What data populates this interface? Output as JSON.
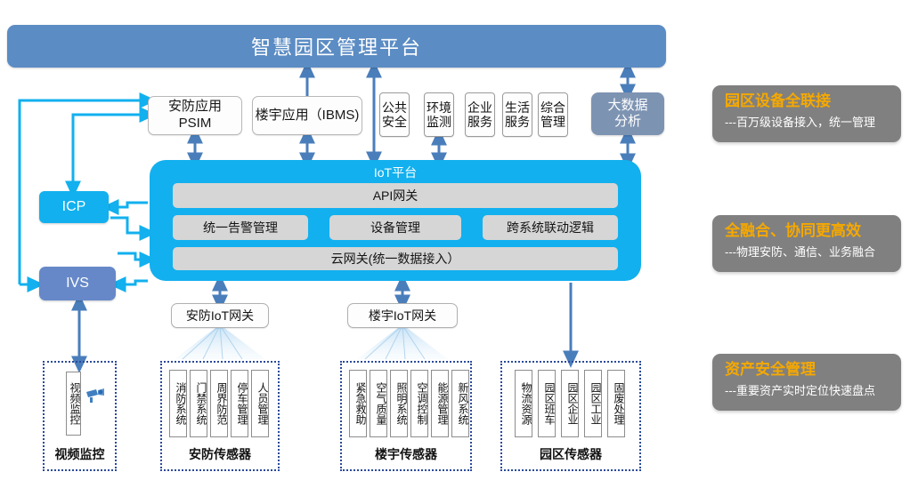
{
  "banner": {
    "title": "智慧园区管理平台"
  },
  "apps": {
    "psim": "安防应用\nPSIM",
    "psim_line1": "安防应用",
    "psim_line2": "PSIM",
    "ibms": "楼宇应用（IBMS)",
    "mini": [
      {
        "line1": "公共",
        "line2": "安全"
      },
      {
        "line1": "环境",
        "line2": "监测"
      },
      {
        "line1": "企业",
        "line2": "服务"
      },
      {
        "line1": "生活",
        "line2": "服务"
      },
      {
        "line1": "综合",
        "line2": "管理"
      }
    ],
    "bigdata_line1": "大数据",
    "bigdata_line2": "分析"
  },
  "left_nodes": {
    "icp": "ICP",
    "ivs": "IVS"
  },
  "iot": {
    "title": "IoT平台",
    "api_gateway": "API网关",
    "alarm": "统一告警管理",
    "device": "设备管理",
    "linkage": "跨系统联动逻辑",
    "cloud_gateway": "云网关(统一数据接入）"
  },
  "gateways": {
    "security": "安防IoT网关",
    "building": "楼宇IoT网关"
  },
  "sensor_groups": [
    {
      "label": "视频监控",
      "items": [
        "视频监控"
      ],
      "icon": "camera-icon"
    },
    {
      "label": "安防传感器",
      "items": [
        "消防系统",
        "门禁系统",
        "周界防范",
        "停车管理",
        "人员管理"
      ]
    },
    {
      "label": "楼宇传感器",
      "items": [
        "紧急救助",
        "空气质量",
        "照明系统",
        "空调控制",
        "能源管理",
        "新风系统"
      ]
    },
    {
      "label": "园区传感器",
      "items": [
        "物流资源",
        "园区班车",
        "园区企业",
        "园区工业",
        "固废处理"
      ]
    }
  ],
  "panels": [
    {
      "title": "园区设备全联接",
      "subtitle": "---百万级设备接入，统一管理"
    },
    {
      "title": "全融合、协同更高效",
      "subtitle": "---物理安防、通信、业务融合"
    },
    {
      "title": "资产安全管理",
      "subtitle": "---重要资产实时定位快速盘点"
    }
  ],
  "colors": {
    "banner_blue": "#5b8cc4",
    "iot_cyan": "#12b0ee",
    "ivs_blue": "#6688c8",
    "bigdata_gray_blue": "#7d93b2",
    "panel_gray": "#808080",
    "panel_title_orange": "#f5a800",
    "arrow_blue": "#4a7ebb",
    "arrow_cyan": "#12b0ee",
    "group_border": "#2a4a9a"
  }
}
